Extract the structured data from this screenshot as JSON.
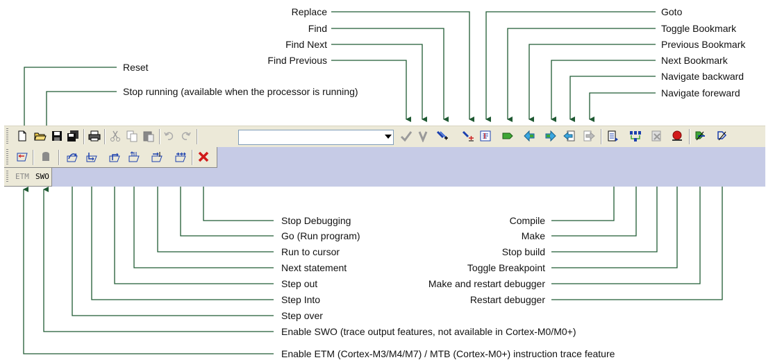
{
  "toolbar": {
    "find_combo_value": "",
    "trace_tabs": {
      "etm": "ETM",
      "swo": "SWO"
    }
  },
  "top_labels_left": {
    "reset": "Reset",
    "stop_running": "Stop running (available when the processor is running)"
  },
  "top_labels_find": {
    "replace": "Replace",
    "find": "Find",
    "find_next": "Find Next",
    "find_previous": "Find Previous"
  },
  "top_labels_nav": {
    "goto": "Goto",
    "toggle_bookmark": "Toggle Bookmark",
    "previous_bookmark": "Previous Bookmark",
    "next_bookmark": "Next Bookmark",
    "navigate_backward": "Navigate backward",
    "navigate_foreward": "Navigate foreward"
  },
  "bottom_labels_debug": {
    "stop_debugging": "Stop Debugging",
    "go": "Go (Run program)",
    "run_to_cursor": "Run to cursor",
    "next_statement": "Next statement",
    "step_out": "Step out",
    "step_into": "Step Into",
    "step_over": "Step over",
    "enable_swo": "Enable SWO (trace output features, not available in Cortex-M0/M0+)",
    "enable_etm": "Enable ETM (Cortex-M3/M4/M7) / MTB (Cortex-M0+) instruction trace feature"
  },
  "bottom_labels_build": {
    "compile": "Compile",
    "make": "Make",
    "stop_build": "Stop build",
    "toggle_breakpoint": "Toggle Breakpoint",
    "make_and_restart": "Make and restart debugger",
    "restart_debugger": "Restart debugger"
  },
  "colors": {
    "leader_line": "#1f5a33",
    "toolbar_bg": "#ece9d8",
    "toolbar_dock": "#c6cbe6",
    "stop_red": "#d11a1a"
  },
  "icons": [
    "new-file-icon",
    "open-folder-icon",
    "save-icon",
    "save-all-icon",
    "print-icon",
    "cut-icon",
    "copy-icon",
    "paste-icon",
    "undo-icon",
    "redo-icon",
    "find-previous-icon",
    "find-next-icon",
    "find-icon",
    "replace-icon",
    "goto-icon",
    "toggle-bookmark-icon",
    "previous-bookmark-icon",
    "next-bookmark-icon",
    "navigate-backward-icon",
    "navigate-forward-icon",
    "compile-icon",
    "make-icon",
    "stop-build-icon",
    "toggle-breakpoint-icon",
    "make-restart-debugger-icon",
    "restart-debugger-icon",
    "reset-icon",
    "stop-running-icon",
    "step-over-icon",
    "step-into-icon",
    "step-out-icon",
    "next-statement-icon",
    "run-to-cursor-icon",
    "go-icon",
    "stop-debugging-icon"
  ]
}
